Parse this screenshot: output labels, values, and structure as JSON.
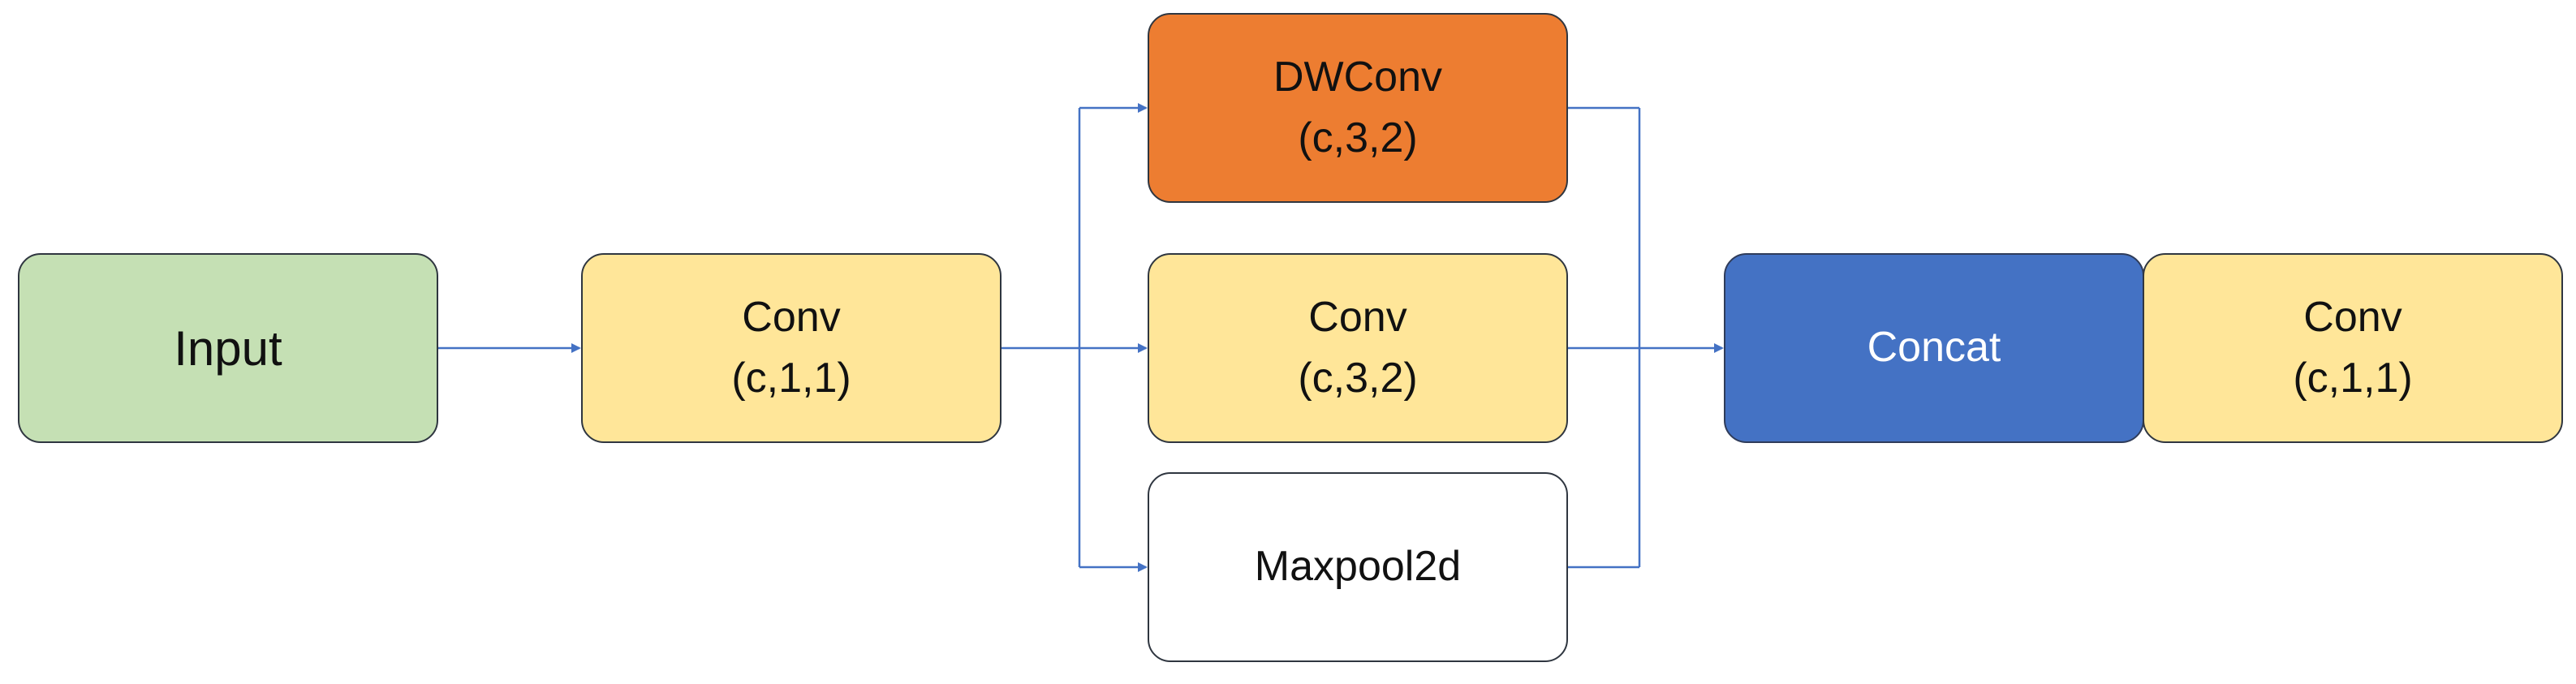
{
  "nodes": {
    "input": {
      "label": "Input"
    },
    "conv_first": {
      "line1": "Conv",
      "line2": "(c,1,1)"
    },
    "dwconv": {
      "line1": "DWConv",
      "line2": "(c,3,2)"
    },
    "conv_mid": {
      "line1": "Conv",
      "line2": "(c,3,2)"
    },
    "maxpool": {
      "label": "Maxpool2d"
    },
    "concat": {
      "label": "Concat"
    },
    "conv_last": {
      "line1": "Conv",
      "line2": "(c,1,1)"
    }
  },
  "colors": {
    "input_fill": "#c5e0b4",
    "conv_fill": "#ffe699",
    "dwconv_fill": "#ed7d31",
    "concat_fill": "#4472c4",
    "connector": "#4472c4"
  }
}
